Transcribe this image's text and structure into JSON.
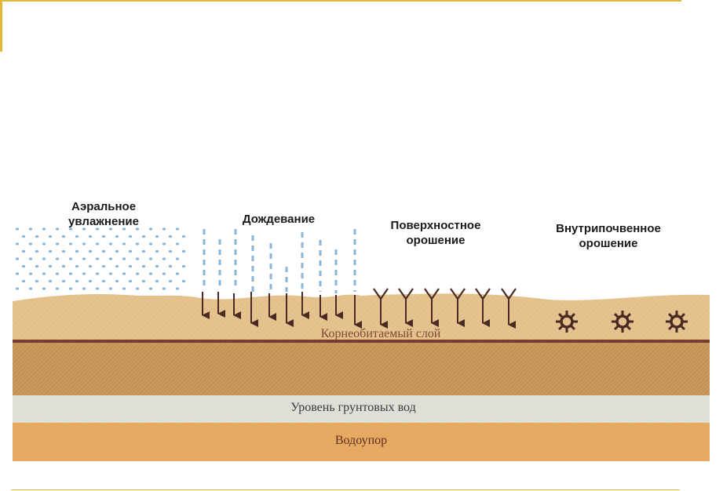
{
  "methods": {
    "aerial": "Аэральное увлажнение",
    "sprinkling": "Дождевание",
    "surface": "Поверхностное орошение",
    "subsoil": "Внутрипочвенное орошение"
  },
  "layers": {
    "root_zone": "Корнеобитаемый слой",
    "groundwater": "Уровень грунтовых вод",
    "aquitard": "Водоупор"
  },
  "colors": {
    "frame": "#e2b83a",
    "topsoil": "#e6c38e",
    "subsoil": "#c99a5d",
    "groundwater": "#dde0d6",
    "aquitard": "#e8aa62",
    "water": "#8ab6d8",
    "arrow": "#4a2b24"
  }
}
